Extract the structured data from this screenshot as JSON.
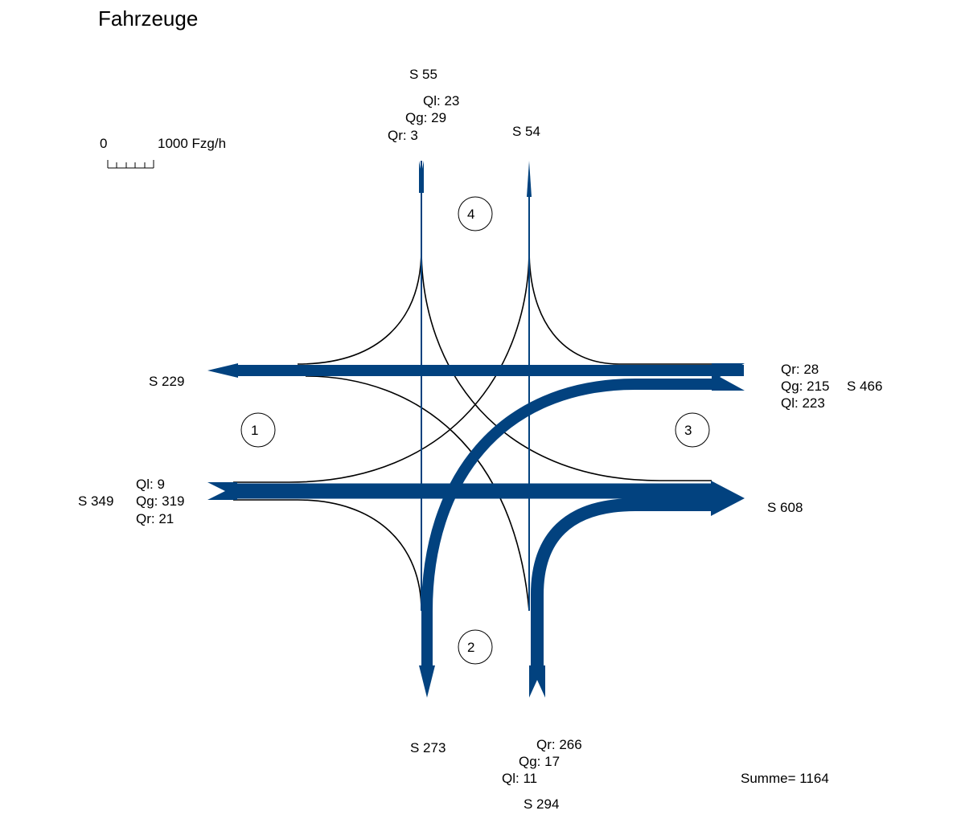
{
  "title": "Fahrzeuge",
  "scale": {
    "zero": "0",
    "max": "1000 Fzg/h"
  },
  "colors": {
    "flow": "#02427f",
    "line": "#000000"
  },
  "nodes": [
    "1",
    "2",
    "3",
    "4"
  ],
  "north": {
    "sum": "S 55",
    "ql": "Ql: 23",
    "qg": "Qg: 29",
    "qr": "Qr: 3",
    "out": "S 54"
  },
  "west": {
    "sum": "S 349",
    "ql": "Ql: 9",
    "qg": "Qg: 319",
    "qr": "Qr: 21",
    "out": "S 229"
  },
  "east": {
    "sum": "S 466",
    "qr": "Qr: 28",
    "qg": "Qg: 215",
    "ql": "Ql: 223",
    "out": "S 608"
  },
  "south": {
    "sum": "S 294",
    "qr": "Qr: 266",
    "qg": "Qg: 17",
    "ql": "Ql: 11",
    "out": "S 273"
  },
  "total": "Summe= 1164"
}
